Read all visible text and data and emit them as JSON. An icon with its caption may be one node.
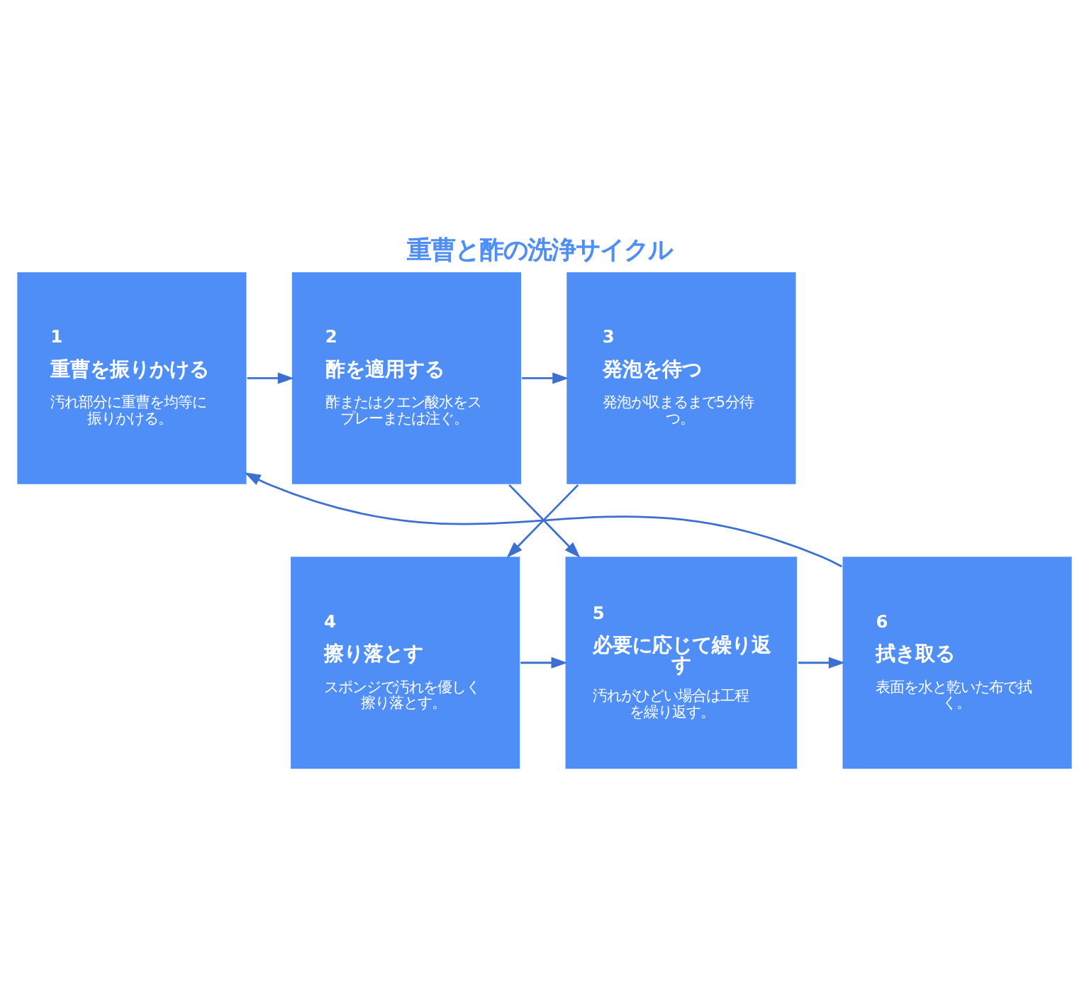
{
  "diagram": {
    "title": "重曹と酢の洗浄サイクル",
    "nodes": [
      {
        "text": [
          "1",
          "重曹を振りかける",
          "汚れ部分に重曹を均等に振りかける。"
        ]
      },
      {
        "text": [
          "2",
          "酢を適用する",
          "酢またはクエン酸水をスプレーまたは注ぐ。"
        ]
      },
      {
        "text": [
          "3",
          "発泡を待つ",
          "発泡が収まるまで5分待つ。"
        ]
      },
      {
        "text": [
          "6",
          "拭き取る",
          "表面を水と乾いた布で拭く。"
        ]
      },
      {
        "text": [
          "5",
          "必要に応じて繰り返す",
          "汚れがひどい場合は工程を繰り返す。"
        ]
      },
      {
        "text": [
          "4",
          "擦り落とす",
          "スポンジで汚れを優しく擦り落とす。"
        ]
      }
    ],
    "edges": [
      {
        "from": 0,
        "to": 1,
        "arrow": "to"
      },
      {
        "from": 1,
        "to": 2,
        "arrow": "to"
      },
      {
        "from": 2,
        "to": 5,
        "arrow": "to"
      },
      {
        "from": 5,
        "to": 4,
        "arrow": "to"
      },
      {
        "from": 4,
        "to": 3,
        "arrow": "to"
      },
      {
        "from": 3,
        "to": 0,
        "arrow": "to"
      },
      {
        "from": 1,
        "to": 4,
        "arrow": "to"
      }
    ]
  }
}
